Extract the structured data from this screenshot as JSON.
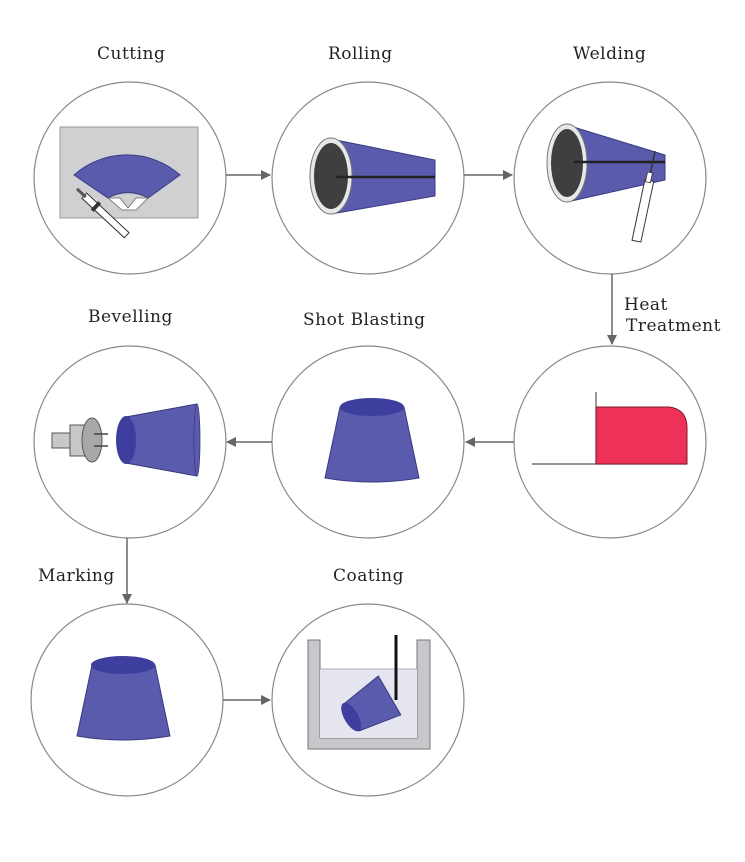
{
  "steps": [
    {
      "label": "Cutting"
    },
    {
      "label": "Rolling"
    },
    {
      "label": "Welding"
    },
    {
      "label": "Heat",
      "label2": "Treatment"
    },
    {
      "label": "Shot Blasting"
    },
    {
      "label": "Bevelling"
    },
    {
      "label": "Marking"
    },
    {
      "label": "Coating"
    }
  ],
  "colors": {
    "cone": "#5b5bad",
    "cone_top": "#3e3e9e",
    "dark": "#3f3f3f",
    "plate": "#d0d0d3",
    "heat": "#ee3157",
    "tank": "#c8c8cc",
    "liquid": "#e6e6f0",
    "arrow": "#666666",
    "circle": "#888888"
  },
  "icons": [
    "cutting-icon",
    "rolling-icon",
    "welding-icon",
    "heat-curve-icon",
    "shot-blasted-cone-icon",
    "bevelling-machine-icon",
    "marked-cone-icon",
    "coating-tank-icon"
  ]
}
